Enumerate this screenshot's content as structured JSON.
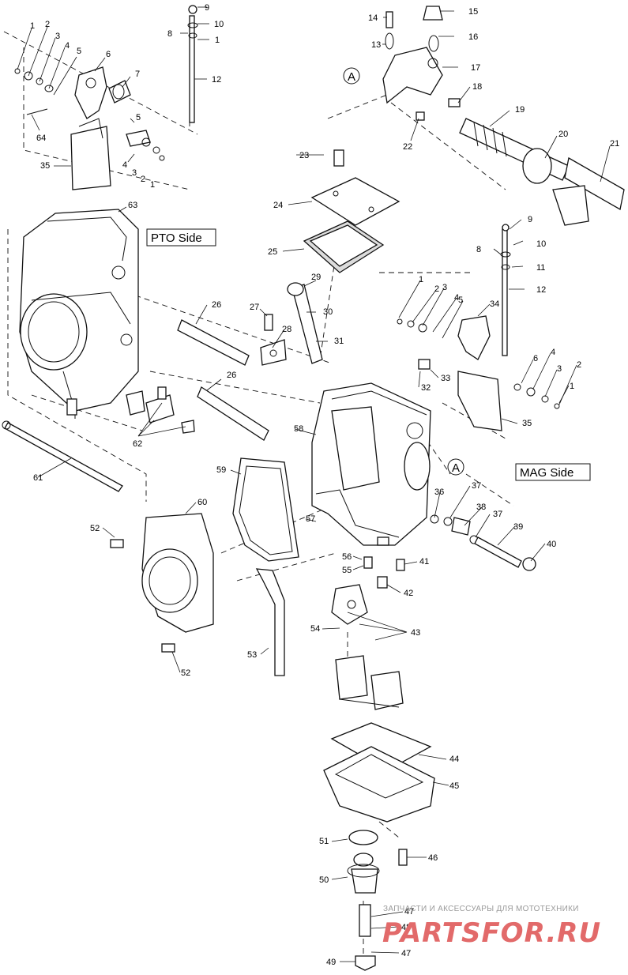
{
  "side_labels": {
    "pto": "PTO Side",
    "mag": "MAG Side"
  },
  "reference_marks": [
    {
      "id": "a-top",
      "text": "A"
    },
    {
      "id": "a-mid",
      "text": "A"
    }
  ],
  "watermark": {
    "tagline": "ЗАПЧАСТИ И АКСЕССУАРЫ ДЛЯ МОТОТЕХНИКИ",
    "logo": "PARTSFOR.RU"
  },
  "callouts": [
    "9",
    "10",
    "8",
    "1",
    "12",
    "14",
    "15",
    "13",
    "16",
    "17",
    "18",
    "19",
    "20",
    "21",
    "22",
    "1",
    "2",
    "3",
    "4",
    "5",
    "6",
    "7",
    "64",
    "5",
    "4",
    "3",
    "2",
    "1",
    "35",
    "23",
    "24",
    "25",
    "63",
    "26",
    "27",
    "28",
    "29",
    "30",
    "31",
    "26",
    "62",
    "61",
    "9",
    "10",
    "8",
    "11",
    "12",
    "1",
    "2",
    "3",
    "4",
    "5",
    "34",
    "33",
    "32",
    "6",
    "4",
    "3",
    "2",
    "1",
    "35",
    "58",
    "59",
    "60",
    "52",
    "57",
    "56",
    "55",
    "41",
    "42",
    "36",
    "37",
    "38",
    "37",
    "39",
    "40",
    "54",
    "43",
    "53",
    "52",
    "44",
    "45",
    "51",
    "46",
    "50",
    "47",
    "48",
    "47",
    "49"
  ],
  "colors": {
    "line": "#111111",
    "watermark_logo": "#e26a6a",
    "watermark_tagline": "#9a9a9a"
  }
}
